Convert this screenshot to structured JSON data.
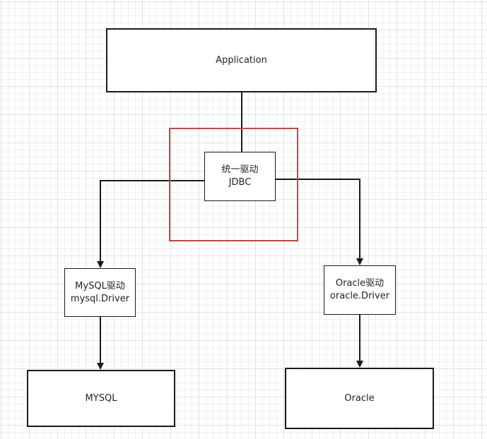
{
  "diagram": {
    "nodes": {
      "application": {
        "lines": [
          "Application"
        ]
      },
      "jdbc": {
        "lines": [
          "统一驱动",
          "JDBC"
        ]
      },
      "mysql_driver": {
        "lines": [
          "MySQL驱动",
          "mysql.Driver"
        ]
      },
      "oracle_driver": {
        "lines": [
          "Oracle驱动",
          "oracle.Driver"
        ]
      },
      "mysql": {
        "lines": [
          "MYSQL"
        ]
      },
      "oracle": {
        "lines": [
          "Oracle"
        ]
      }
    },
    "edges": [
      {
        "from": "application",
        "to": "jdbc",
        "arrow": false
      },
      {
        "from": "jdbc",
        "to": "mysql_driver",
        "arrow": true
      },
      {
        "from": "jdbc",
        "to": "oracle_driver",
        "arrow": true
      },
      {
        "from": "mysql_driver",
        "to": "mysql",
        "arrow": true
      },
      {
        "from": "oracle_driver",
        "to": "oracle",
        "arrow": true
      }
    ],
    "colors": {
      "stroke": "#1a1a1a",
      "highlight": "#e03a3a",
      "text": "#222222"
    }
  }
}
